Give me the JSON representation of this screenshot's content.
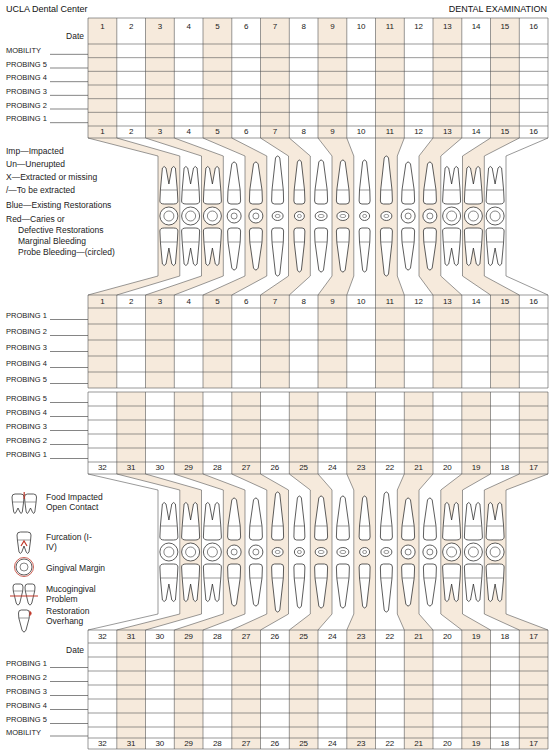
{
  "diagram": {
    "title": "DENTAL EXAMINATION",
    "labels": [
      "UCLA Dental Center",
      "Date",
      "1",
      "2",
      "3",
      "4",
      "5",
      "6",
      "7",
      "8",
      "9",
      "10",
      "11",
      "12",
      "13",
      "14",
      "15",
      "16",
      "MOBILITY",
      "PROBING 5",
      "PROBING 4",
      "PROBING 3",
      "PROBING 2",
      "PROBING 1",
      "1",
      "2",
      "3",
      "4",
      "5",
      "6",
      "7",
      "8",
      "9",
      "10",
      "11",
      "12",
      "13",
      "14",
      "15",
      "16",
      "Imp—Impacted",
      "Un—Unerupted",
      "X—Extracted or missing",
      "/—To be extracted",
      "Blue—Existing Restorations",
      "Red—Caries or",
      "Defective Restorations",
      "Marginal Bleeding",
      "Probe Bleeding—(circled)",
      "1",
      "2",
      "3",
      "4",
      "5",
      "6",
      "7",
      "8",
      "9",
      "10",
      "11",
      "12",
      "13",
      "14",
      "15",
      "16",
      "PROBING 1",
      "PROBING 2",
      "PROBING 3",
      "PROBING 4",
      "PROBING 5",
      "PROBING 5",
      "PROBING 4",
      "PROBING 3",
      "PROBING 2",
      "PROBING 1",
      "32",
      "31",
      "30",
      "29",
      "28",
      "27",
      "26",
      "25",
      "24",
      "23",
      "22",
      "21",
      "20",
      "19",
      "18",
      "17",
      "32",
      "31",
      "30",
      "29",
      "28",
      "27",
      "26",
      "25",
      "24",
      "23",
      "22",
      "21",
      "20",
      "19",
      "18",
      "17",
      "Date",
      "PROBING 1",
      "PROBING 2",
      "PROBING 3",
      "PROBING 4",
      "PROBING 5",
      "MOBILITY",
      "32",
      "31",
      "30",
      "29",
      "28",
      "27",
      "26",
      "25",
      "24",
      "23",
      "22",
      "21",
      "20",
      "19",
      "18",
      "17"
    ],
    "legend": [
      {
        "text": "Food Impacted Open Contact"
      },
      {
        "text": "Furcation (I-IV)"
      },
      {
        "text": "Gingival Margin"
      },
      {
        "text": "Mucogingival Problem"
      },
      {
        "text": "Restoration Overhang"
      }
    ]
  }
}
